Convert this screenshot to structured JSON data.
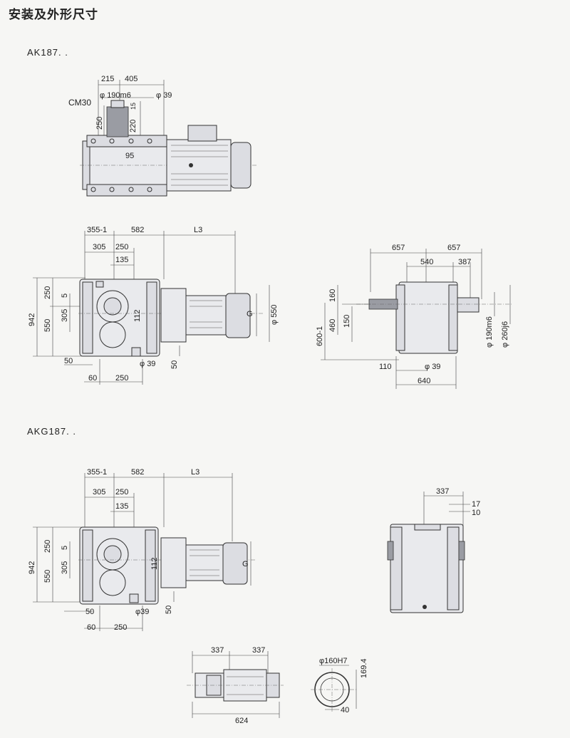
{
  "title": "安装及外形尺寸",
  "sections": [
    {
      "model": "AK187. ."
    },
    {
      "model": "AKG187. ."
    }
  ],
  "ak_top_view": {
    "dims": [
      "215",
      "405",
      "CM30",
      "φ 190m6",
      "φ 39",
      "15",
      "250",
      "220",
      "95"
    ]
  },
  "ak_front_view": {
    "dims_top": [
      "355-1",
      "582",
      "L3",
      "305",
      "250",
      "135"
    ],
    "dims_left": [
      "942",
      "250",
      "5",
      "305",
      "550"
    ],
    "dims_mid": [
      "112",
      "G",
      "φ 550"
    ],
    "dims_bottom": [
      "50",
      "φ 39",
      "50",
      "60",
      "250"
    ]
  },
  "ak_side_view": {
    "dims_top": [
      "657",
      "657",
      "540",
      "387"
    ],
    "dims_left": [
      "160",
      "460",
      "150",
      "600-1"
    ],
    "dims_right": [
      "φ 190m6",
      "φ 260j6"
    ],
    "dims_bottom": [
      "110",
      "φ 39",
      "640"
    ]
  },
  "akg_front_view": {
    "dims_top": [
      "355-1",
      "582",
      "L3",
      "305",
      "250",
      "135"
    ],
    "dims_left": [
      "942",
      "250",
      "5",
      "305",
      "550"
    ],
    "dims_mid": [
      "112",
      "G"
    ],
    "dims_bottom": [
      "50",
      "φ39",
      "50",
      "60",
      "250"
    ]
  },
  "akg_side_view": {
    "dims": [
      "337",
      "17",
      "10"
    ]
  },
  "akg_shaft_view": {
    "dims": [
      "337",
      "337",
      "624"
    ]
  },
  "akg_hollow_shaft": {
    "dims": [
      "φ160H7",
      "169.4",
      "40"
    ]
  }
}
